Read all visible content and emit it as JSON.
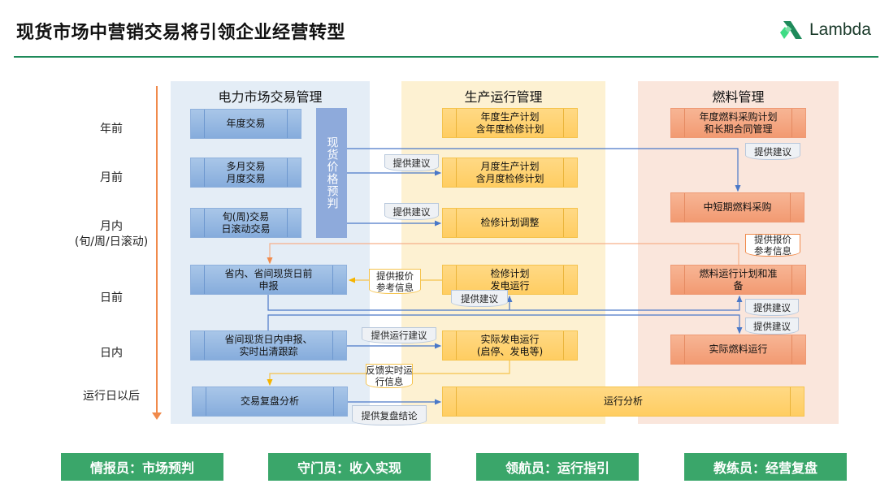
{
  "title": "现货市场中营销交易将引领企业经营转型",
  "logo": {
    "text": "Lambda",
    "color": "#1e8a5a"
  },
  "rows": [
    "年前",
    "月前",
    "月内",
    "(旬/周/日滚动)",
    "日前",
    "日内",
    "运行日以后"
  ],
  "panels": {
    "market": {
      "title": "电力市场交易管理",
      "vertical": "现货价格预判",
      "boxes": [
        "年度交易",
        "多月交易\n月度交易",
        "旬(周)交易\n日滚动交易",
        "省内、省间现货日前\n申报",
        "省间现货日内申报、\n实时出清跟踪",
        "交易复盘分析"
      ]
    },
    "production": {
      "title": "生产运行管理",
      "boxes": [
        "年度生产计划\n含年度检修计划",
        "月度生产计划\n含月度检修计划",
        "检修计划调整",
        "检修计划\n发电运行",
        "实际发电运行\n(启停、发电等)",
        "运行分析"
      ]
    },
    "fuel": {
      "title": "燃料管理",
      "boxes": [
        "年度燃料采购计划\n和长期合同管理",
        "中短期燃料采购",
        "燃料运行计划和准\n备",
        "实际燃料运行"
      ]
    }
  },
  "notes": {
    "advice": "提供建议",
    "price_ref": "提供报价\n参考信息",
    "run_advice": "提供运行建议",
    "feedback": "反馈实时运\n行信息",
    "review": "提供复盘结论"
  },
  "badges": [
    "情报员：市场预判",
    "守门员：收入实现",
    "领航员：运行指引",
    "教练员：经营复盘"
  ],
  "colors": {
    "accent": "#3aa66a",
    "blue": "#86acdc",
    "yellow": "#ffcd62",
    "peach": "#f29a72"
  }
}
